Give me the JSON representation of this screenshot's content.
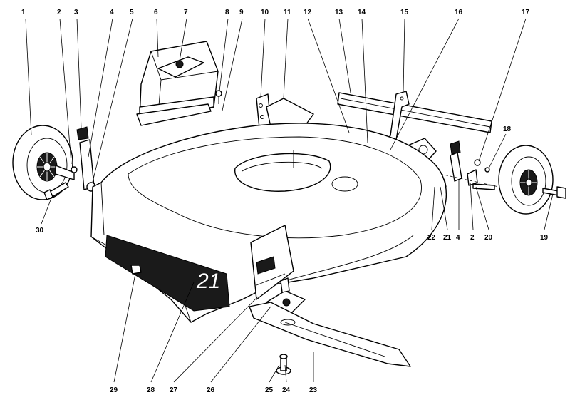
{
  "callouts": [
    "1",
    "2",
    "3",
    "4",
    "5",
    "6",
    "7",
    "8",
    "9",
    "10",
    "11",
    "12",
    "13",
    "14",
    "15",
    "16",
    "17",
    "18",
    "19",
    "20",
    "2",
    "4",
    "21",
    "22",
    "23",
    "24",
    "25",
    "26",
    "27",
    "28",
    "29",
    "30"
  ],
  "decal": {
    "number": "21"
  }
}
